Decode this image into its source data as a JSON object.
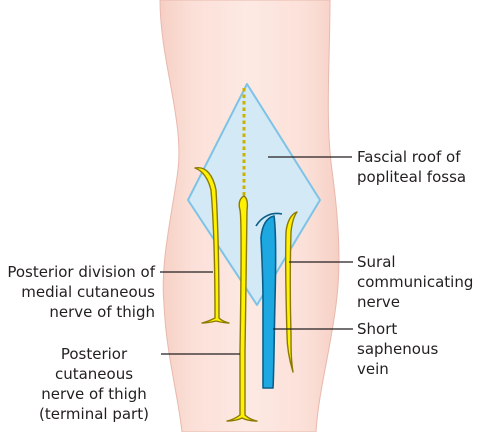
{
  "labels": {
    "fascial_roof": [
      "Fascial roof of",
      "popliteal fossa"
    ],
    "posterior_division": [
      "Posterior division of",
      "medial cutaneous",
      "nerve of thigh"
    ],
    "posterior_cutaneous": [
      "Posterior",
      "cutaneous",
      "nerve of thigh",
      "(terminal part)"
    ],
    "sural": [
      "Sural",
      "communicating",
      "nerve"
    ],
    "short_saphenous": [
      "Short",
      "saphenous",
      "vein"
    ]
  },
  "colors": {
    "skin": "#fbe1da",
    "skin_edge": "#e8b9ae",
    "fascia_fill": "#d3e9f6",
    "fascia_edge": "#7ec3e6",
    "nerve_fill": "#fff200",
    "nerve_edge": "#8c7a00",
    "vein_fill": "#1da8e2",
    "vein_edge": "#0a5f8a",
    "leader": "#231f20"
  }
}
